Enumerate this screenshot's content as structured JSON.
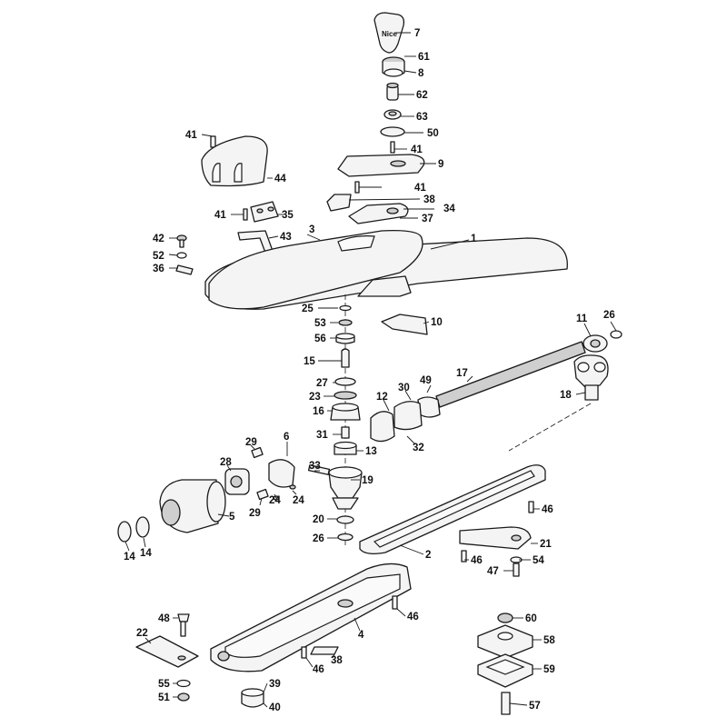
{
  "diagram": {
    "brand_mark": "Nice",
    "parts": [
      {
        "id": "p7",
        "label": "7"
      },
      {
        "id": "p61",
        "label": "61"
      },
      {
        "id": "p8",
        "label": "8"
      },
      {
        "id": "p62",
        "label": "62"
      },
      {
        "id": "p63",
        "label": "63"
      },
      {
        "id": "p50",
        "label": "50"
      },
      {
        "id": "p41a",
        "label": "41"
      },
      {
        "id": "p9",
        "label": "9"
      },
      {
        "id": "p41b",
        "label": "41"
      },
      {
        "id": "p38a",
        "label": "38"
      },
      {
        "id": "p34",
        "label": "34"
      },
      {
        "id": "p37",
        "label": "37"
      },
      {
        "id": "p41c",
        "label": "41"
      },
      {
        "id": "p44",
        "label": "44"
      },
      {
        "id": "p41d",
        "label": "41"
      },
      {
        "id": "p35",
        "label": "35"
      },
      {
        "id": "p43",
        "label": "43"
      },
      {
        "id": "p3",
        "label": "3"
      },
      {
        "id": "p1",
        "label": "1"
      },
      {
        "id": "p42",
        "label": "42"
      },
      {
        "id": "p52",
        "label": "52"
      },
      {
        "id": "p36",
        "label": "36"
      },
      {
        "id": "p25",
        "label": "25"
      },
      {
        "id": "p53",
        "label": "53"
      },
      {
        "id": "p56",
        "label": "56"
      },
      {
        "id": "p10",
        "label": "10"
      },
      {
        "id": "p11",
        "label": "11"
      },
      {
        "id": "p26a",
        "label": "26"
      },
      {
        "id": "p15",
        "label": "15"
      },
      {
        "id": "p17",
        "label": "17"
      },
      {
        "id": "p49",
        "label": "49"
      },
      {
        "id": "p30",
        "label": "30"
      },
      {
        "id": "p12",
        "label": "12"
      },
      {
        "id": "p18",
        "label": "18"
      },
      {
        "id": "p27",
        "label": "27"
      },
      {
        "id": "p23",
        "label": "23"
      },
      {
        "id": "p16",
        "label": "16"
      },
      {
        "id": "p31",
        "label": "31"
      },
      {
        "id": "p13",
        "label": "13"
      },
      {
        "id": "p32",
        "label": "32"
      },
      {
        "id": "p6",
        "label": "6"
      },
      {
        "id": "p29a",
        "label": "29"
      },
      {
        "id": "p28",
        "label": "28"
      },
      {
        "id": "p33",
        "label": "33"
      },
      {
        "id": "p19",
        "label": "19"
      },
      {
        "id": "p24a",
        "label": "24"
      },
      {
        "id": "p24b",
        "label": "24"
      },
      {
        "id": "p29b",
        "label": "29"
      },
      {
        "id": "p5",
        "label": "5"
      },
      {
        "id": "p46a",
        "label": "46"
      },
      {
        "id": "p20",
        "label": "20"
      },
      {
        "id": "p26b",
        "label": "26"
      },
      {
        "id": "p14a",
        "label": "14"
      },
      {
        "id": "p14b",
        "label": "14"
      },
      {
        "id": "p21",
        "label": "21"
      },
      {
        "id": "p2",
        "label": "2"
      },
      {
        "id": "p46b",
        "label": "46"
      },
      {
        "id": "p54",
        "label": "54"
      },
      {
        "id": "p47",
        "label": "47"
      },
      {
        "id": "p46c",
        "label": "46"
      },
      {
        "id": "p60",
        "label": "60"
      },
      {
        "id": "p48",
        "label": "48"
      },
      {
        "id": "p4",
        "label": "4"
      },
      {
        "id": "p58",
        "label": "58"
      },
      {
        "id": "p22",
        "label": "22"
      },
      {
        "id": "p38b",
        "label": "38"
      },
      {
        "id": "p46d",
        "label": "46"
      },
      {
        "id": "p59",
        "label": "59"
      },
      {
        "id": "p55",
        "label": "55"
      },
      {
        "id": "p39",
        "label": "39"
      },
      {
        "id": "p51",
        "label": "51"
      },
      {
        "id": "p40",
        "label": "40"
      },
      {
        "id": "p57",
        "label": "57"
      }
    ]
  }
}
